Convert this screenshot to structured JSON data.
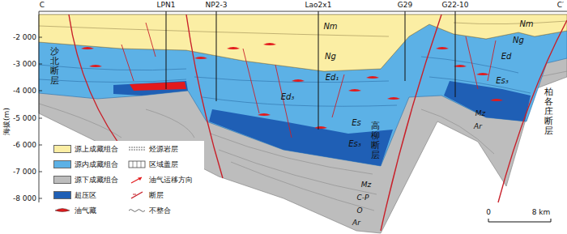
{
  "diagram": {
    "labels": [
      "C",
      "LPN1",
      "NP2-3",
      "Lao2x1",
      "G29",
      "G22-10",
      "C′",
      "-2 000",
      "-3 000",
      "-4 000",
      "-5 000",
      "-6 000",
      "-7 000",
      "-8 000",
      "海拔(m)",
      "Nm",
      "Ng",
      "Ed₁",
      "Ed₃",
      "Es",
      "Es₃",
      "Mz",
      "C-P",
      "O",
      "Ar",
      "Nm",
      "Ng",
      "Ed",
      "Es₃",
      "Mz",
      "Ar",
      "沙北断层",
      "高柳断层",
      "柏各庄断层",
      "0",
      "8 km"
    ],
    "legend": [
      {
        "text": "源上成藏组合",
        "color": "#fbeea4"
      },
      {
        "text": "烃源岩层"
      },
      {
        "text": "源内成藏组合",
        "color": "#5cb1e6"
      },
      {
        "text": "区域盖层"
      },
      {
        "text": "源下成藏组合",
        "color": "#bdbdbd"
      },
      {
        "text": "油气运移方向"
      },
      {
        "text": "超压区",
        "color": "#1f5fb5"
      },
      {
        "text": "断层"
      },
      {
        "text": "油气藏"
      },
      {
        "text": "不整合"
      }
    ]
  }
}
